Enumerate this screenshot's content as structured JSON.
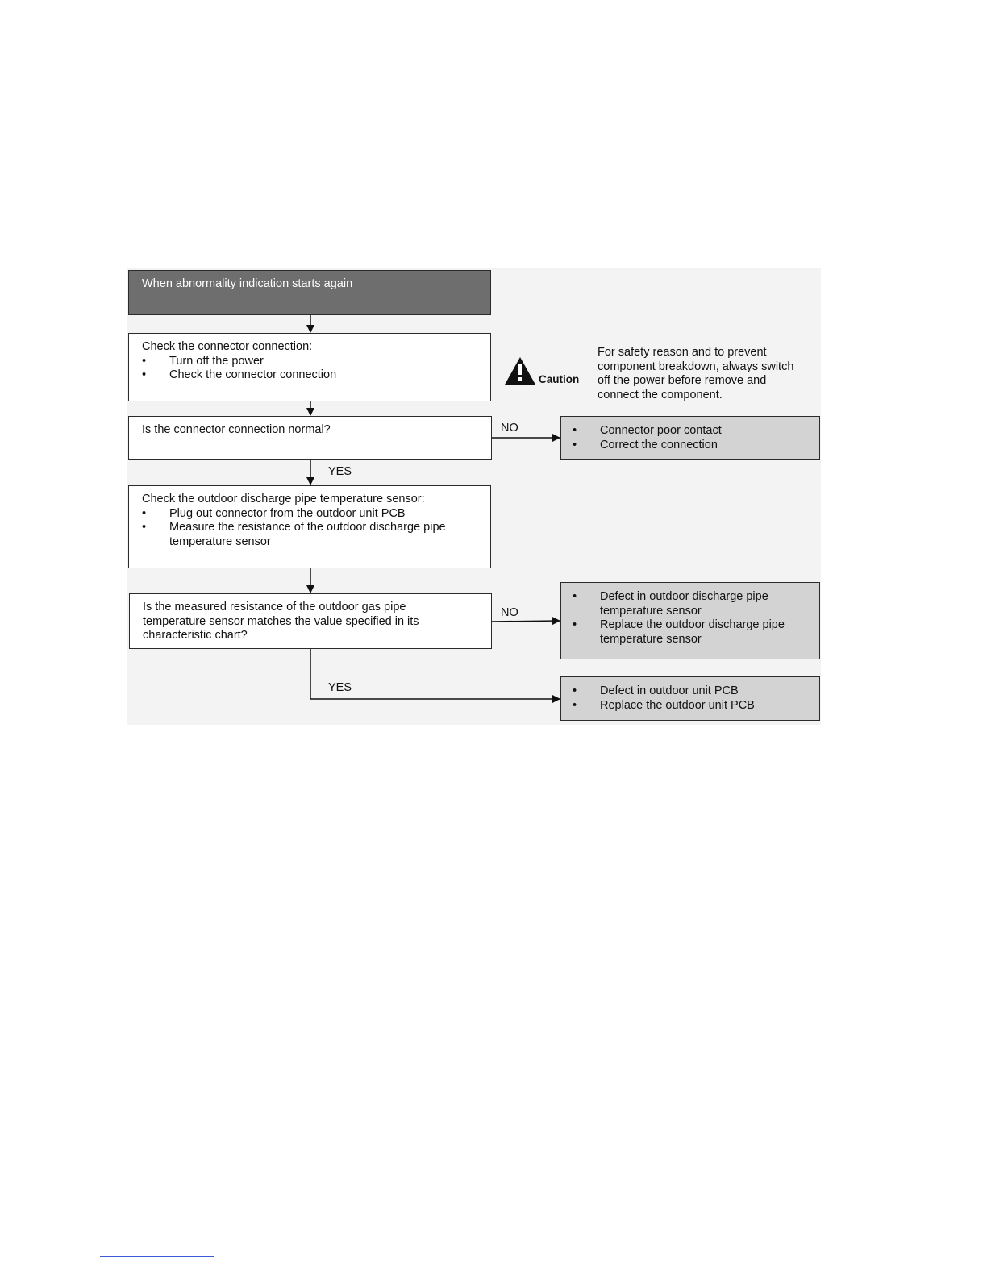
{
  "flowchart": {
    "start": "When abnormality indication starts again",
    "step1": {
      "title": "Check the connector connection:",
      "bullets": [
        "Turn off the power",
        "Check the connector connection"
      ]
    },
    "decision1": "Is the connector connection normal?",
    "result1": [
      "Connector poor contact",
      "Correct the connection"
    ],
    "step2": {
      "title": "Check the outdoor discharge pipe temperature sensor:",
      "bullets": [
        "Plug out connector from the outdoor unit PCB",
        "Measure the resistance of the outdoor discharge pipe",
        "temperature sensor"
      ]
    },
    "decision2": [
      "Is the measured resistance of the outdoor gas pipe",
      "temperature sensor matches the value specified in its",
      "characteristic chart?"
    ],
    "result2": [
      "Defect in outdoor discharge pipe",
      "temperature sensor",
      "Replace the outdoor discharge pipe",
      "temperature sensor"
    ],
    "result3": [
      "Defect in outdoor unit PCB",
      "Replace the outdoor unit PCB"
    ],
    "labels": {
      "no": "NO",
      "yes": "YES"
    }
  },
  "caution": {
    "label": "Caution",
    "icon": "warning-triangle-icon",
    "text": [
      "For safety reason and to prevent",
      "component breakdown, always switch",
      "off the power before remove and",
      "connect the component."
    ]
  },
  "colors": {
    "start_fill": "#6e6e6e",
    "result_fill": "#d3d3d3",
    "panel_fill": "#f3f3f3",
    "footer_rule": "#3b5bd6"
  }
}
